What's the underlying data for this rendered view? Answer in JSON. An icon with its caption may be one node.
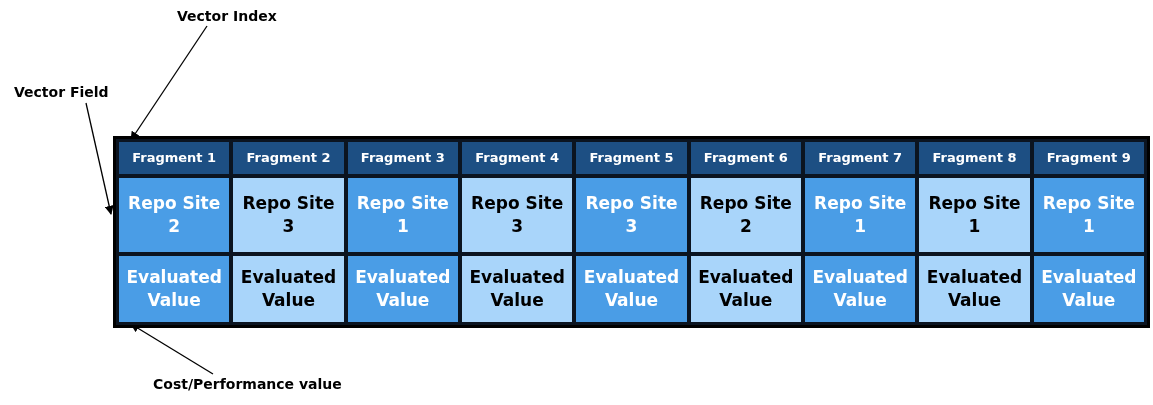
{
  "diagram": {
    "nodes": [
      {
        "text": [],
        "shape": "box"
      },
      {
        "text": [
          "Fragment 1"
        ],
        "in": 0
      },
      {
        "text": [
          "Fragment 2"
        ],
        "in": 0
      },
      {
        "text": [
          "Fragment 3"
        ],
        "in": 0
      },
      {
        "text": [
          "Fragment 4"
        ],
        "in": 0
      },
      {
        "text": [
          "Fragment 5"
        ],
        "in": 0
      },
      {
        "text": [
          "Fragment 6"
        ],
        "in": 0
      },
      {
        "text": [
          "Fragment 7"
        ],
        "in": 0
      },
      {
        "text": [
          "Fragment 8"
        ],
        "in": 0
      },
      {
        "text": [
          "Fragment 9"
        ],
        "in": 0
      },
      {
        "text": [
          "Repo Site 2"
        ],
        "in": 0
      },
      {
        "text": [
          "Repo Site 3"
        ],
        "in": 0
      },
      {
        "text": [
          "Repo Site 1"
        ],
        "in": 0
      },
      {
        "text": [
          "Repo Site 3"
        ],
        "in": 0
      },
      {
        "text": [
          "Repo Site 3"
        ],
        "in": 0
      },
      {
        "text": [
          "Repo Site 2"
        ],
        "in": 0
      },
      {
        "text": [
          "Repo Site 1"
        ],
        "in": 0
      },
      {
        "text": [
          "Repo Site 1"
        ],
        "in": 0
      },
      {
        "text": [
          "Repo Site 1"
        ],
        "in": 0
      },
      {
        "text": [
          "Evaluated Value"
        ],
        "in": 0
      },
      {
        "text": [
          "Evaluated Value"
        ],
        "in": 0
      },
      {
        "text": [
          "Evaluated Value"
        ],
        "in": 0
      },
      {
        "text": [
          "Evaluated Value"
        ],
        "in": 0
      },
      {
        "text": [
          "Evaluated Value"
        ],
        "in": 0
      },
      {
        "text": [
          "Evaluated Value"
        ],
        "in": 0
      },
      {
        "text": [
          "Evaluated Value"
        ],
        "in": 0
      },
      {
        "text": [
          "Evaluated Value"
        ],
        "in": 0
      },
      {
        "text": [
          "Evaluated Value"
        ],
        "in": 0
      },
      {
        "text": [
          "Vector Index"
        ]
      },
      {
        "text": [
          "Vector Field"
        ]
      },
      {
        "text": [
          "Cost/Performance value"
        ]
      }
    ],
    "edges": [
      {
        "from": 28,
        "to": 1,
        "arrow": "to"
      },
      {
        "from": 29,
        "to": 0,
        "arrow": "to"
      },
      {
        "from": 30,
        "to": 19,
        "arrow": "to"
      }
    ]
  }
}
